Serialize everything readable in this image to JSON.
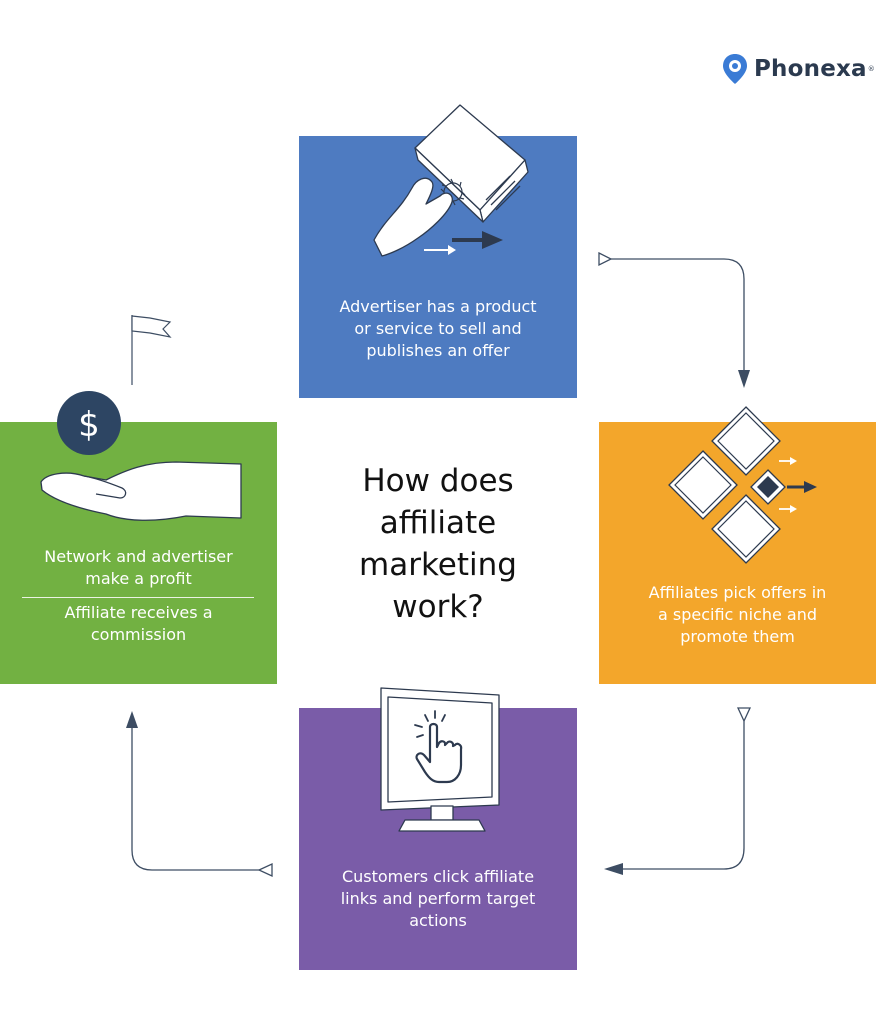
{
  "brand": {
    "name": "Phonexa",
    "reg_mark": "®",
    "icon": "map-pin-logo-icon"
  },
  "title": "How does\naffiliate\nmarketing\nwork?",
  "steps": {
    "advertiser": {
      "text": "Advertiser has a product\nor service to sell and\npublishes an offer",
      "icon": "hand-holding-box-icon",
      "color": "#4e7bc1"
    },
    "affiliates": {
      "text": "Affiliates pick offers in\na specific niche and\npromote them",
      "icon": "diamond-tiles-icon",
      "color": "#f3a62b"
    },
    "customers": {
      "text": "Customers click affiliate\nlinks and perform target\nactions",
      "icon": "monitor-click-icon",
      "color": "#7a5ca8"
    },
    "profit": {
      "text_primary": "Network and advertiser\nmake a profit",
      "text_secondary": "Affiliate receives a\ncommission",
      "icon": "hand-dollar-icon",
      "color": "#72b142"
    }
  },
  "colors": {
    "arrow": "#3d4d63",
    "dollar_circle": "#2d4563"
  }
}
